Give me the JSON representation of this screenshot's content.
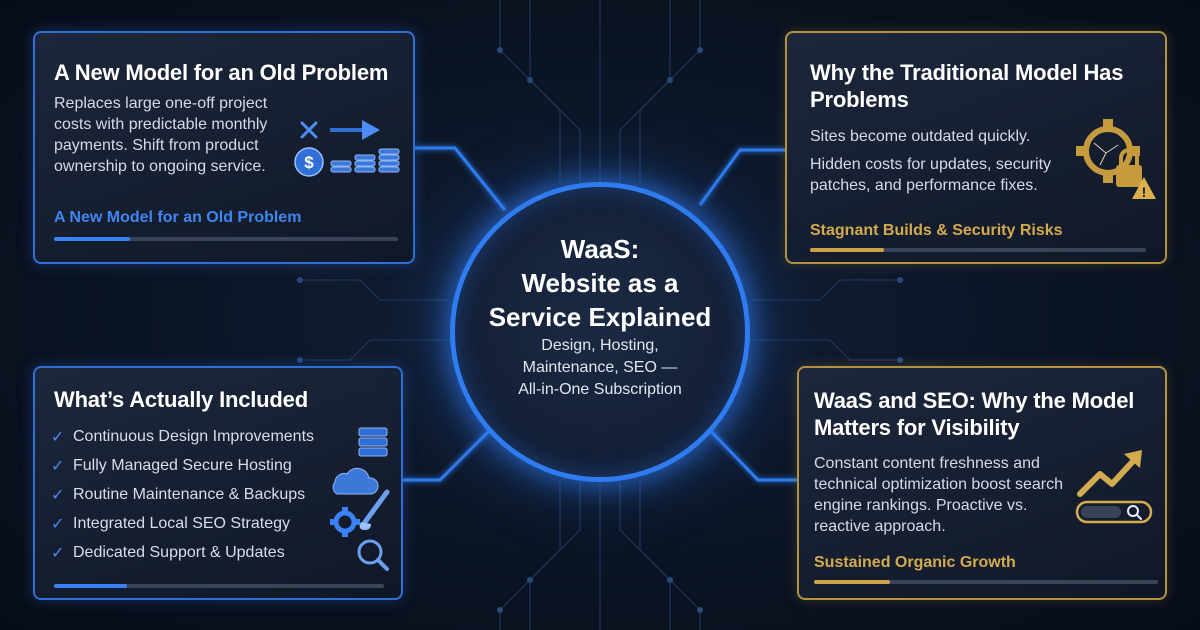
{
  "hub": {
    "title": "WaaS:\nWebsite as a\nService Explained",
    "subtitle": "Design, Hosting,\nMaintenance, SEO —\nAll-in-One Subscription"
  },
  "cards": {
    "top_left": {
      "title": "A New Model for an Old Problem",
      "body": "Replaces large one-off project costs with predictable monthly payments. Shift from product ownership to ongoing service.",
      "footer": "A New Model for an Old Problem",
      "progress": 0.22,
      "icon": "cost-shift-icon"
    },
    "top_right": {
      "title": "Why the Traditional Model Has Problems",
      "body1": "Sites become outdated quickly.",
      "body2": "Hidden costs for updates, security patches, and performance fixes.",
      "footer": "Stagnant Builds & Security Risks",
      "progress": 0.22,
      "icon": "broken-gear-lock-icon"
    },
    "bottom_left": {
      "title": "What’s Actually Included",
      "items": [
        "Continuous Design Improvements",
        "Fully Managed Secure Hosting",
        "Routine Maintenance & Backups",
        "Integrated Local SEO Strategy",
        "Dedicated Support & Updates"
      ],
      "footer_progress": 0.22,
      "icon": "service-stack-icon"
    },
    "bottom_right": {
      "title": "WaaS and SEO: Why the Model Matters for Visibility",
      "body": "Constant content freshness and technical optimization boost search engine rankings. Proactive vs. reactive approach.",
      "footer": "Sustained Organic Growth",
      "progress": 0.22,
      "icon": "growth-search-icon"
    }
  },
  "colors": {
    "accent_blue": "#3b82f6",
    "accent_gold": "#cda447",
    "background": "#0b1424"
  }
}
